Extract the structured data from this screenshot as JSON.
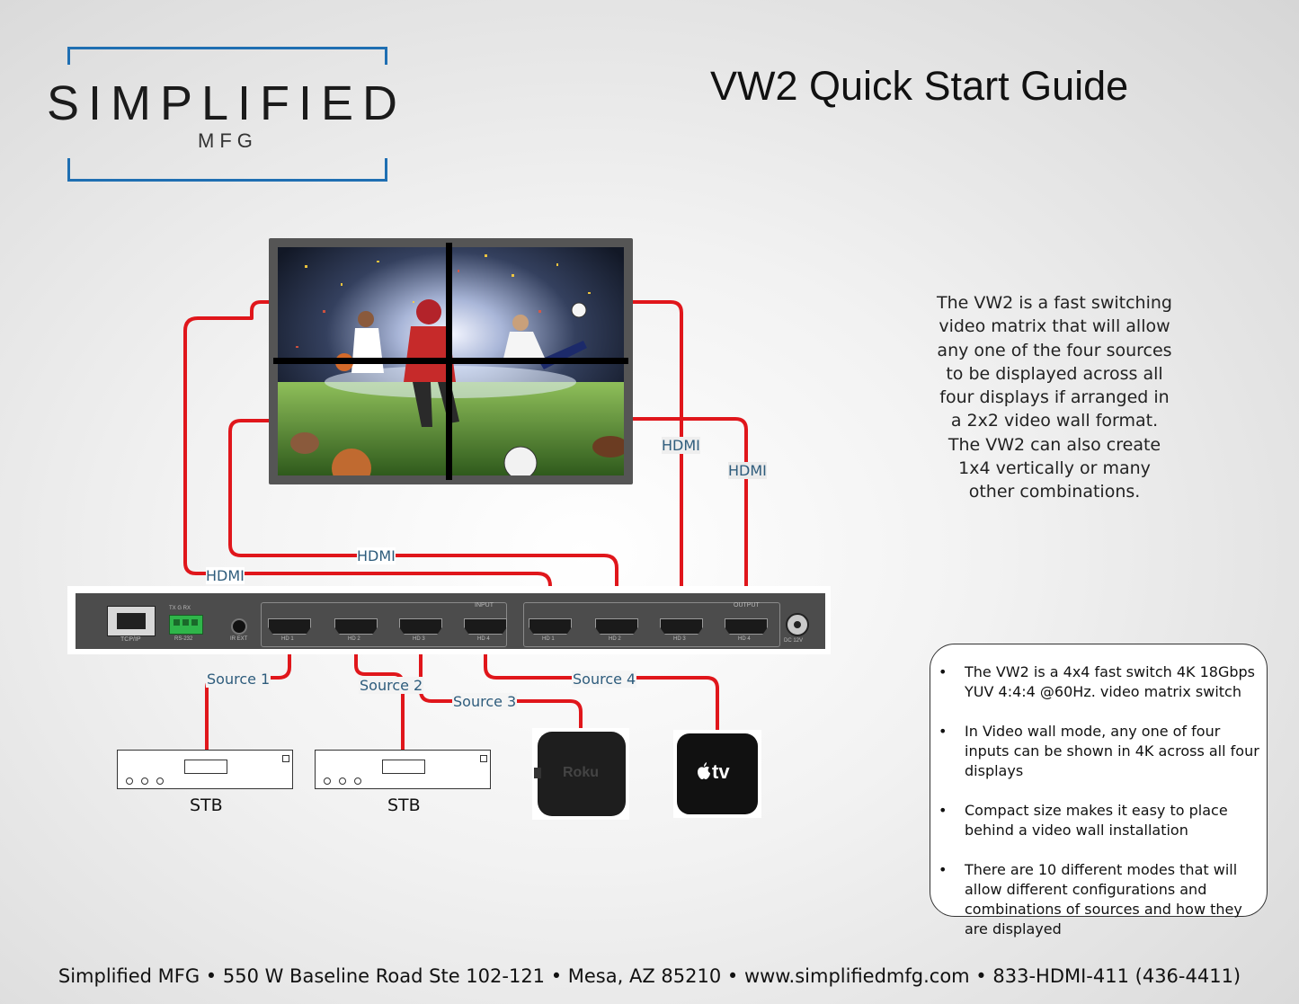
{
  "logo": {
    "main": "SIMPLIFIED",
    "sub": "MFG",
    "frame_color": "#1f6fb2"
  },
  "title": "VW2 Quick Start Guide",
  "description": "The VW2 is a fast switching video matrix that will allow any one of the four sources to be displayed across all four displays if arranged in a 2x2 video wall format. The VW2 can also create 1x4 vertically or many other combinations.",
  "cable_color": "#e0161b",
  "cables": {
    "hdmi_labels": [
      "HDMI",
      "HDMI",
      "HDMI",
      "HDMI"
    ]
  },
  "matrix": {
    "lan_label": "TCP/IP",
    "rs232_top": "TX  G  RX",
    "rs232_label": "RS-232",
    "ir_label": "IR EXT",
    "input_group": "INPUT",
    "output_group": "OUTPUT",
    "inputs": [
      "HD 1",
      "HD 2",
      "HD 3",
      "HD 4"
    ],
    "outputs": [
      "HD 1",
      "HD 2",
      "HD 3",
      "HD 4"
    ],
    "power_label": "DC 12V"
  },
  "sources": {
    "labels": [
      "Source 1",
      "Source 2",
      "Source 3",
      "Source 4"
    ],
    "stb_labels": [
      "STB",
      "STB"
    ],
    "roku_brand": "Roku",
    "appletv_brand": "tv"
  },
  "features": [
    "The VW2 is a 4x4 fast switch 4K 18Gbps YUV 4:4:4 @60Hz. video matrix switch",
    "In Video wall mode, any one of four inputs can be shown in 4K across all four displays",
    "Compact size makes it easy to place behind a video wall installation",
    "There are 10 different modes that will allow different configurations and combinations of sources and how they are displayed"
  ],
  "bullet": "•",
  "footer": "Simplified MFG • 550 W Baseline Road Ste 102-121 • Mesa, AZ 85210 • www.simplifiedmfg.com • 833-HDMI-411 (436-4411)"
}
